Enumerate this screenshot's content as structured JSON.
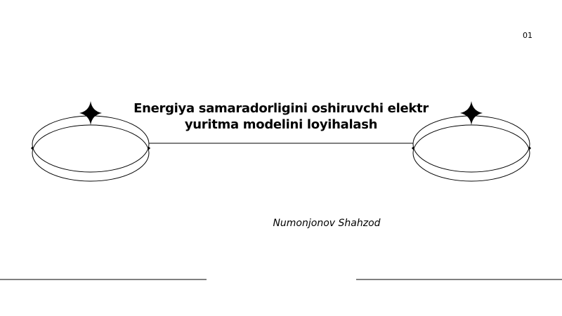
{
  "slide": {
    "page_number": "01",
    "title_line1": "Energiya samaradorligini oshiruvchi elektr",
    "title_line2": "yuritma modelini loyihalash",
    "author": "Numonjonov Shahzod"
  },
  "decor": {
    "left_icon": "four-point-star-icon",
    "right_icon": "four-point-star-icon",
    "stroke_color": "#000000",
    "background_color": "#ffffff"
  }
}
